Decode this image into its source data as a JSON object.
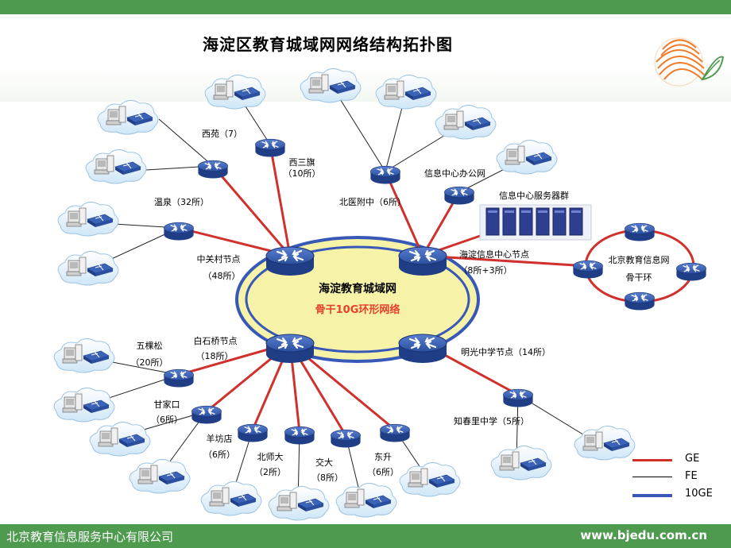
{
  "title": "海淀区教育城域网网络结构拓扑图",
  "ring": {
    "label": "海淀教育城域网",
    "sublabel": "骨干10G环形网络"
  },
  "nodes": {
    "zhongguancun": {
      "name": "中关村节点",
      "count": "（48所）"
    },
    "haidian_info": {
      "name": "海淀信息中心节点",
      "count": "（8所+3所）"
    },
    "baishiqiao": {
      "name": "白石桥节点",
      "count": "（18所）"
    },
    "mingguang": {
      "name": "明光中学节点（14所）"
    },
    "xiyuan": "西苑（7）",
    "xisanqi": {
      "name": "西三旗",
      "count": "（10所）"
    },
    "wenquan": "温泉（32所）",
    "beiyi": "北医附中（6所）",
    "info_office": "信息中心办公网",
    "server_group": "信息中心服务器群",
    "beijing_edu": {
      "name": "北京教育信息网",
      "sub": "骨干环"
    },
    "wukesong": {
      "name": "五棵松",
      "count": "（20所）"
    },
    "ganjiakou": {
      "name": "甘家口",
      "count": "（6所）"
    },
    "yangfangdian": {
      "name": "羊坊店",
      "count": "（6所）"
    },
    "beishida": {
      "name": "北师大",
      "count": "（2所）"
    },
    "jiaoda": {
      "name": "交大",
      "count": "（8所）"
    },
    "dongsheng": {
      "name": "东升",
      "count": "（6所）"
    },
    "zhichunli": "知春里中学（5所）"
  },
  "legend": [
    {
      "label": "GE",
      "color": "#d0312d"
    },
    {
      "label": "FE",
      "color": "#000000"
    },
    {
      "label": "10GE",
      "color": "#3858b8"
    }
  ],
  "colors": {
    "ge": "#d0312d",
    "fe": "#222222",
    "ring_blue": "#3858b8",
    "ring_fill": "#f6f3a8",
    "brand_green": "#4e9a4f"
  },
  "footer": {
    "company": "北京教育信息服务中心有限公司",
    "url": "www.bjedu.com.cn"
  }
}
